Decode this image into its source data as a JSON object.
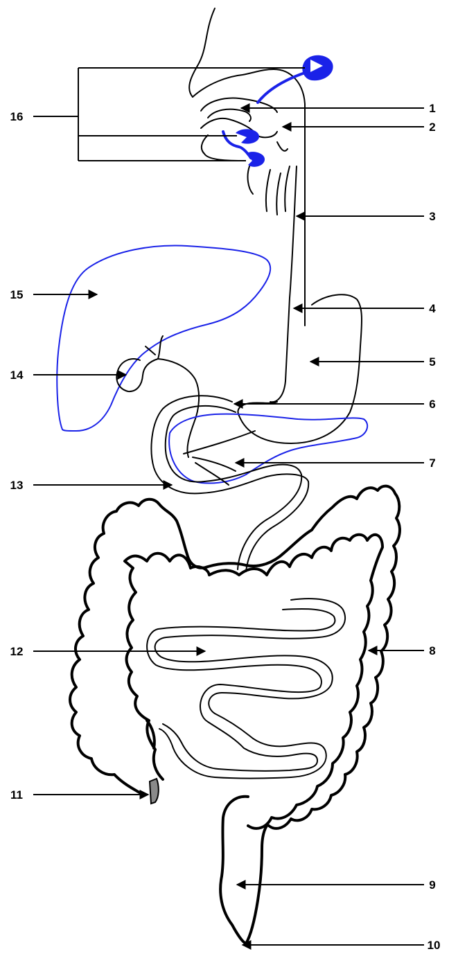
{
  "labels": {
    "l1": "1",
    "l2": "2",
    "l3": "3",
    "l4": "4",
    "l5": "5",
    "l6": "6",
    "l7": "7",
    "l8": "8",
    "l9": "9",
    "l10": "10",
    "l11": "11",
    "l12": "12",
    "l13": "13",
    "l14": "14",
    "l15": "15",
    "l16": "16"
  },
  "colors": {
    "salivary_and_liver": "#1a22e8",
    "appendix": "#8a8a8a",
    "outline": "#000000"
  }
}
